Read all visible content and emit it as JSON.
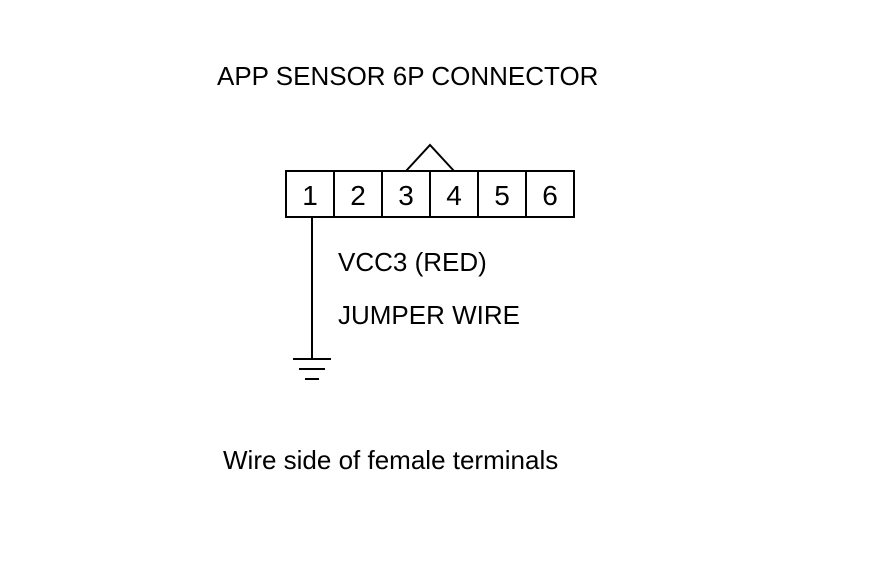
{
  "title": "APP SENSOR 6P CONNECTOR",
  "connector": {
    "pins": [
      "1",
      "2",
      "3",
      "4",
      "5",
      "6"
    ],
    "jumpered_pins": [
      "3",
      "4"
    ],
    "grounded_pin": "1"
  },
  "labels": {
    "wire": "VCC3 (RED)",
    "jumper": "JUMPER WIRE"
  },
  "footer": "Wire side of female terminals"
}
